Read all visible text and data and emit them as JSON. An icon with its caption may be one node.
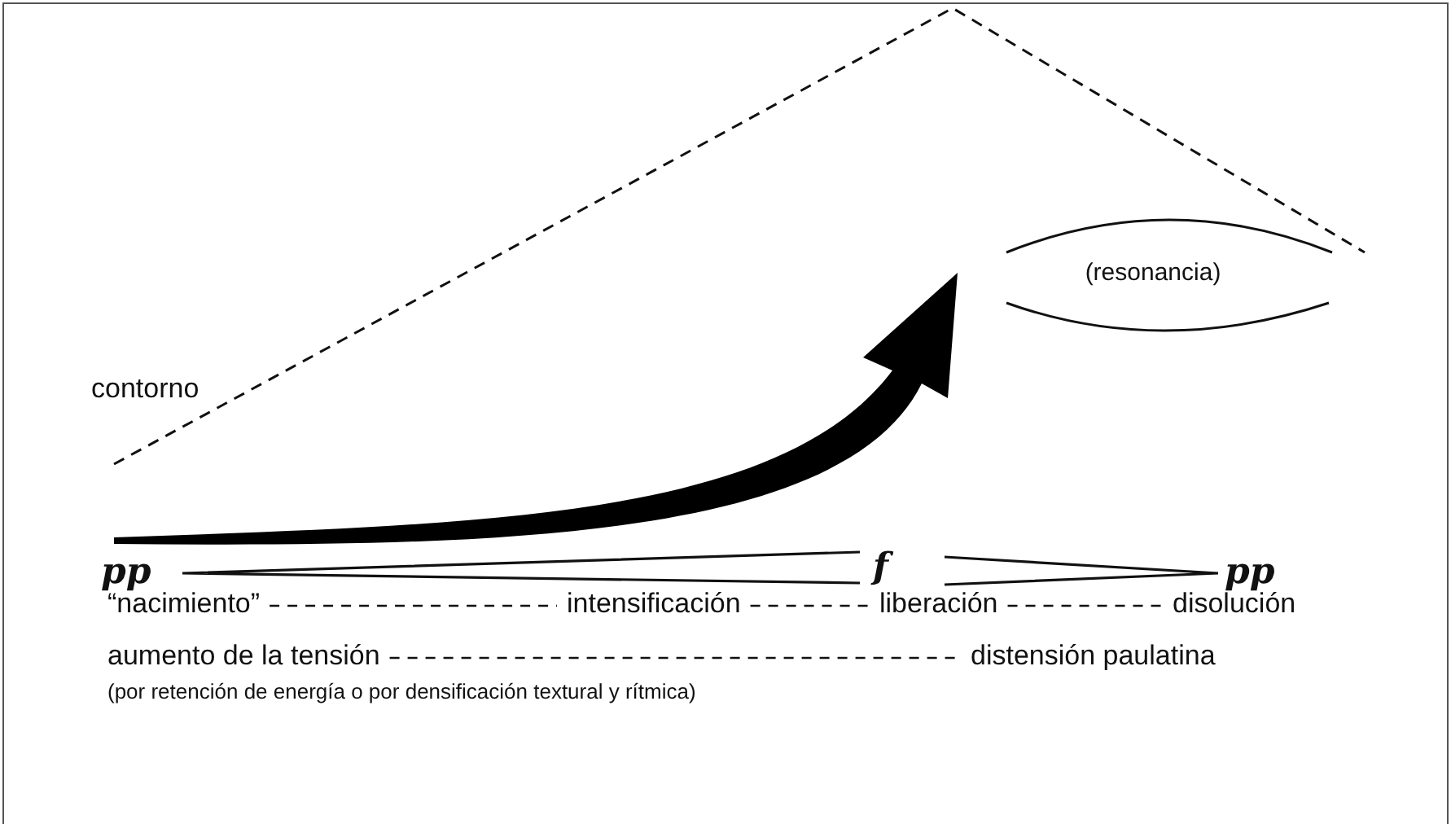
{
  "diagram": {
    "nodes": [
      {
        "text": [
          "(resonancia)"
        ]
      },
      {
        "text": [
          "“nacimiento”"
        ]
      },
      {
        "text": [
          "intensificación"
        ]
      },
      {
        "text": [
          "liberación"
        ]
      },
      {
        "text": [
          "disolución"
        ]
      },
      {
        "text": [
          "aumento de la tensión"
        ]
      },
      {
        "text": [
          "distensión paulatina"
        ]
      }
    ],
    "edges": [
      {
        "from": null,
        "to": 0,
        "arrow": "to",
        "style": "thick"
      },
      {
        "from": 1,
        "to": 2,
        "arrow": "none",
        "style": "dashed"
      },
      {
        "from": 2,
        "to": 3,
        "arrow": "none",
        "style": "dashed"
      },
      {
        "from": 3,
        "to": 4,
        "arrow": "none",
        "style": "dashed"
      },
      {
        "from": 5,
        "to": 6,
        "arrow": "none",
        "style": "dashed"
      }
    ],
    "labels": [
      "contorno",
      "pp",
      "f",
      "pp",
      "(por retención de energía o por densificación textural y rítmica)"
    ]
  }
}
